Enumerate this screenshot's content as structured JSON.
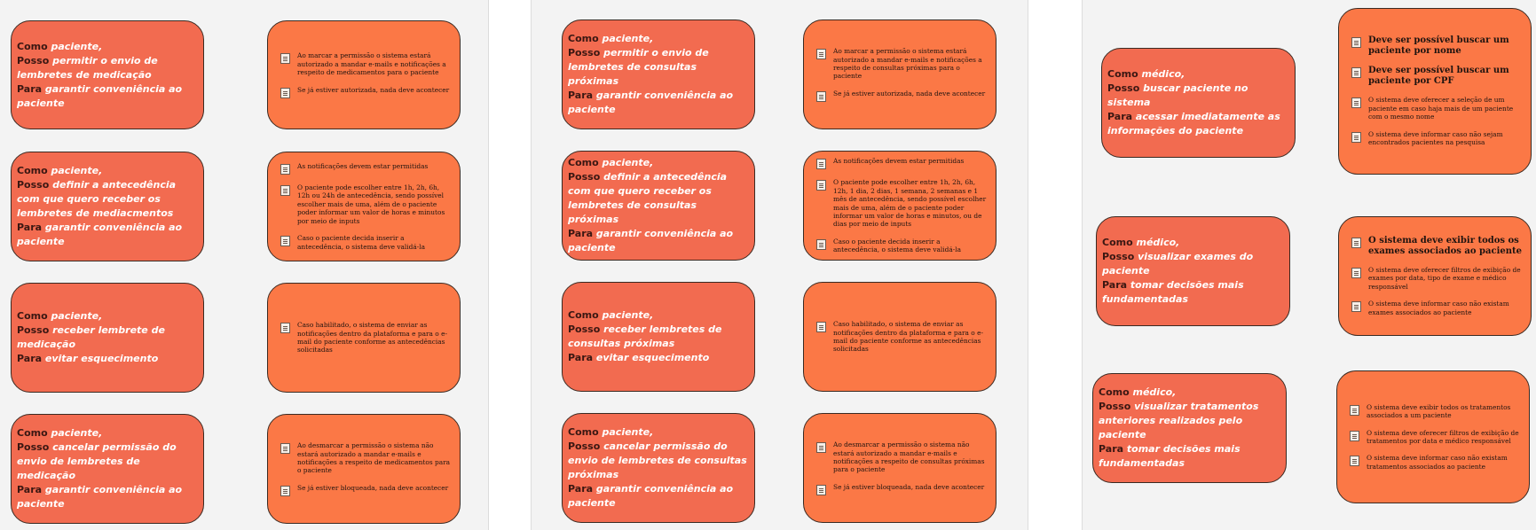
{
  "labels": {
    "como": "Como",
    "posso": "Posso",
    "para": "Para"
  },
  "columns": [
    {
      "pairs": [
        {
          "story": {
            "role": "paciente,",
            "action": "permitir o envio de lembretes de medicação",
            "goal": "garantir conveniência ao paciente"
          },
          "criteria": [
            "Ao marcar a permissão o sistema estará autorizado a mandar e-mails e notificações a respeito de medicamentos para o paciente",
            "Se já estiver autorizada, nada deve acontecer"
          ]
        },
        {
          "story": {
            "role": "paciente,",
            "action": "definir a antecedência com que quero receber os lembretes de mediacmentos",
            "goal": "garantir conveniência ao paciente"
          },
          "criteria": [
            "As notificações devem estar permitidas",
            "O paciente pode escolher entre 1h, 2h, 6h, 12h ou 24h de antecedência, sendo possível escolher mais de uma, além de o paciente poder informar um valor de horas e minutos por meio de inputs",
            "Caso o paciente decida inserir a antecedência, o sistema deve validá-la"
          ]
        },
        {
          "story": {
            "role": "paciente,",
            "action": "receber lembrete de medicação",
            "goal": "evitar esquecimento"
          },
          "criteria": [
            "Caso habilitado, o sistema de enviar as notificações dentro da plataforma e para o e-mail do paciente conforme as antecedências solicitadas"
          ]
        },
        {
          "story": {
            "role": "paciente,",
            "action": "cancelar permissão do envio de lembretes de medicação",
            "goal": "garantir conveniência ao paciente"
          },
          "criteria": [
            "Ao desmarcar a permissão o sistema não estará autorizado a mandar e-mails e notificações a respeito de medicamentos para o paciente",
            "Se já estiver bloqueada, nada deve acontecer"
          ]
        }
      ]
    },
    {
      "pairs": [
        {
          "story": {
            "role": "paciente,",
            "action": "permitir o envio de lembretes de consultas próximas",
            "goal": "garantir conveniência ao paciente"
          },
          "criteria": [
            "Ao marcar a permissão o sistema estará autorizado a mandar e-mails e notificações a respeito de consultas próximas para o paciente",
            "Se já estiver autorizada, nada deve acontecer"
          ]
        },
        {
          "story": {
            "role": "paciente,",
            "action": "definir a antecedência com que quero receber os lembretes de consultas próximas",
            "goal": "garantir conveniência ao paciente"
          },
          "criteria": [
            "As notificações devem estar permitidas",
            "O paciente pode escolher entre 1h, 2h, 6h, 12h, 1 dia, 2 dias, 1 semana, 2 semanas e 1 mês de antecedência, sendo possível escolher mais de uma, além de o paciente poder informar um valor de horas e minutos, ou de dias por meio de inputs",
            "Caso o paciente decida inserir a antecedência, o sistema deve validá-la"
          ]
        },
        {
          "story": {
            "role": "paciente,",
            "action": "receber lembretes de consultas próximas",
            "goal": "evitar esquecimento"
          },
          "criteria": [
            "Caso habilitado, o sistema de enviar as notificações dentro da plataforma e para o e-mail do paciente conforme as antecedências solicitadas"
          ]
        },
        {
          "story": {
            "role": "paciente,",
            "action": "cancelar permissão do envio de lembretes de consultas próximas",
            "goal": "garantir conveniência ao paciente"
          },
          "criteria": [
            "Ao desmarcar a permissão o sistema não estará autorizado a mandar e-mails e notificações a respeito de consultas próximas para o paciente",
            "Se já estiver bloqueada, nada deve acontecer"
          ]
        }
      ]
    },
    {
      "pairs": [
        {
          "story": {
            "role": "médico,",
            "action": "buscar paciente no sistema",
            "goal": "acessar imediatamente as informações do paciente"
          },
          "criteria": [
            "Deve ser possível buscar um paciente por nome",
            "Deve ser possível buscar um paciente por CPF",
            "O sistema deve oferecer a seleção de um paciente em caso haja mais de um paciente com o mesmo nome",
            "O sistema deve informar caso não sejam encontrados pacientes na pesquisa"
          ]
        },
        {
          "story": {
            "role": "médico,",
            "action": "visualizar exames do paciente",
            "goal": "tomar decisões mais fundamentadas"
          },
          "criteria": [
            "O sistema deve exibir todos os exames associados ao paciente",
            "O sistema deve oferecer filtros de exibição de exames por data, tipo de exame e médico responsável",
            "O sistema deve informar caso não existam exames associados ao paciente"
          ]
        },
        {
          "story": {
            "role": "médico,",
            "action": "visualizar tratamentos anteriores realizados pelo paciente",
            "goal": "tomar decisões mais fundamentadas"
          },
          "criteria": [
            "O sistema deve exibir todos os tratamentos associados a um paciente",
            "O sistema deve oferecer filtros de exibição de tratamentos por data e médico responsável",
            "O sistema deve informar caso não existam tratamentos associados ao paciente"
          ]
        }
      ]
    }
  ]
}
